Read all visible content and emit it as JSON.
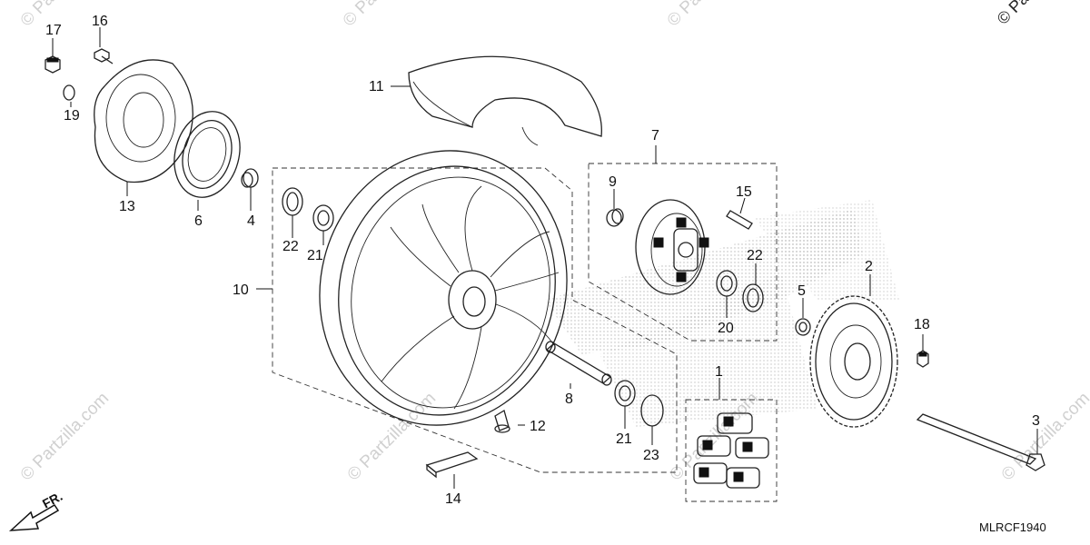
{
  "diagram_code": "MLRCF1940",
  "front_marker": "FR.",
  "watermark": "© Partzilla.com",
  "callouts": {
    "p1": "1",
    "p2": "2",
    "p3": "3",
    "p4": "4",
    "p5": "5",
    "p6": "6",
    "p7": "7",
    "p8": "8",
    "p9": "9",
    "p10": "10",
    "p11": "11",
    "p12": "12",
    "p13": "13",
    "p14": "14",
    "p15": "15",
    "p16": "16",
    "p17": "17",
    "p18": "18",
    "p19": "19",
    "p20": "20",
    "p21a": "21",
    "p21b": "21",
    "p22a": "22",
    "p22b": "22",
    "p23": "23"
  },
  "colors": {
    "line": "#222222",
    "watermark": "#d0d0d0",
    "background": "#ffffff"
  }
}
